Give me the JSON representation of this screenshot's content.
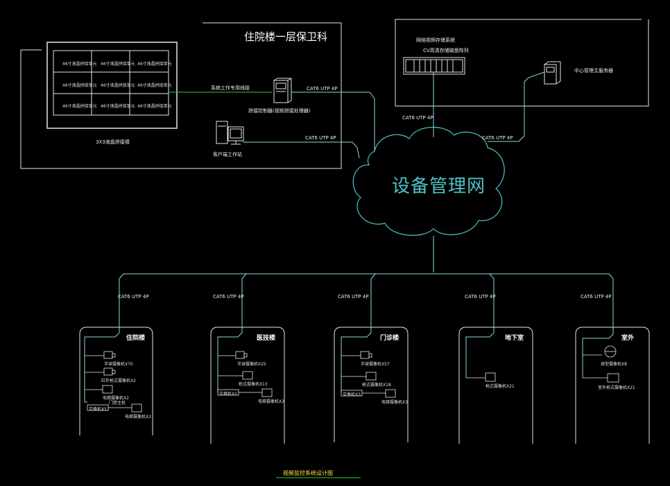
{
  "security_room": {
    "title": "住院楼一层保卫科",
    "video_wall_label": "3X3液晶拼接墙",
    "video_wall_cells": [
      "46寸液晶拼接单元",
      "46寸液晶拼接单元",
      "46寸液晶拼接单元",
      "46寸液晶拼接单元",
      "46寸液晶拼接单元",
      "46寸液晶拼接单元",
      "46寸液晶拼接单元",
      "46寸液晶拼接单元",
      "46寸液晶拼接单元"
    ],
    "wall_link_label": "系统工作专用线缆",
    "controller_label": "拼接控制器(视频拼接处理器)",
    "client_label": "客户端工作站"
  },
  "server_room": {
    "storage_label": "网络视频存储系统",
    "storage_sub": "CV高清存储磁盘阵列",
    "manager_label": "中心管理主服务器"
  },
  "cable_labels": {
    "controller_link": "CAT6 UTP 4P",
    "client_link": "CAT6 UTP 4P",
    "storage_link": "CAT6 UTP 4P",
    "manager_link": "CAT6 UTP 4P",
    "branch_1": "CAT6 UTP 4P",
    "branch_2": "CAT6 UTP 4P",
    "branch_3": "CAT6 UTP 4P",
    "branch_4": "CAT6 UTP 4P",
    "branch_5": "CAT6 UTP 4P"
  },
  "cloud_label": "设备管理网",
  "buildings": [
    {
      "name": "住院楼",
      "devices": [
        "半球摄像机X70",
        "红外枪式摄像机X2",
        "电梯摄像机X2",
        "门禁主机",
        "电梯摄像机X2"
      ],
      "switch": "交换机X5"
    },
    {
      "name": "医技楼",
      "devices": [
        "半球摄像机X25",
        "枪式摄像机X13",
        "电梯摄像机X2"
      ],
      "switch": "交换机X2"
    },
    {
      "name": "门诊楼",
      "devices": [
        "半球摄像机X57",
        "枪式摄像机X18",
        "电梯摄像机X3"
      ],
      "switch": "交换机X3"
    },
    {
      "name": "地下室",
      "devices": [
        "枪式摄像机X21"
      ],
      "switch": ""
    },
    {
      "name": "室外",
      "devices": [
        "球型摄像机X8",
        "室外枪式摄像机X21"
      ],
      "switch": ""
    }
  ],
  "caption": "视频监控系统设计图",
  "colors": {
    "line": "#e8e8e8",
    "cable": "#8fd9e0",
    "wall_link": "#2bd52b",
    "cloud": "#4fc3c8",
    "caption": "#ffe64d"
  }
}
